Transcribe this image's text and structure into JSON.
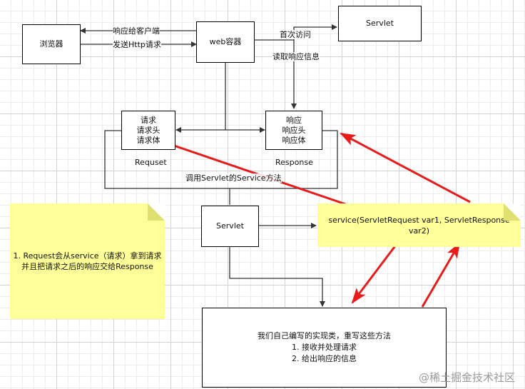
{
  "nodes": {
    "browser": "浏览器",
    "web_container": "web容器",
    "servlet_top": "Servlet",
    "request_box": [
      "请求",
      "请求头",
      "请求体"
    ],
    "response_box": [
      "响应",
      "响应头",
      "响应体"
    ],
    "servlet_mid": "Servlet",
    "impl_class": {
      "title": "我们自己编写的实现类，重写这些方法",
      "items": [
        "1. 接收并处理请求",
        "2. 给出响应的信息"
      ]
    }
  },
  "edge_labels": {
    "response_to_client": "响应给客户端",
    "send_http_request": "发送Http请求",
    "first_access": "首次访问",
    "read_response_info": "读取响应信息",
    "call_service": "调用Servlet的Service方法"
  },
  "captions": {
    "request": "Requset",
    "response": "Response"
  },
  "notes": {
    "left": [
      "1. Request会从service（请求）拿到请求",
      "并且把请求之后的响应交给Response"
    ],
    "right": "service(ServletRequest var1, ServletResponse var2)"
  },
  "watermark": "@稀土掘金技术社区",
  "colors": {
    "note_fill": "#ffff99",
    "red_arrow": "#e81a1a",
    "line": "#333333"
  }
}
